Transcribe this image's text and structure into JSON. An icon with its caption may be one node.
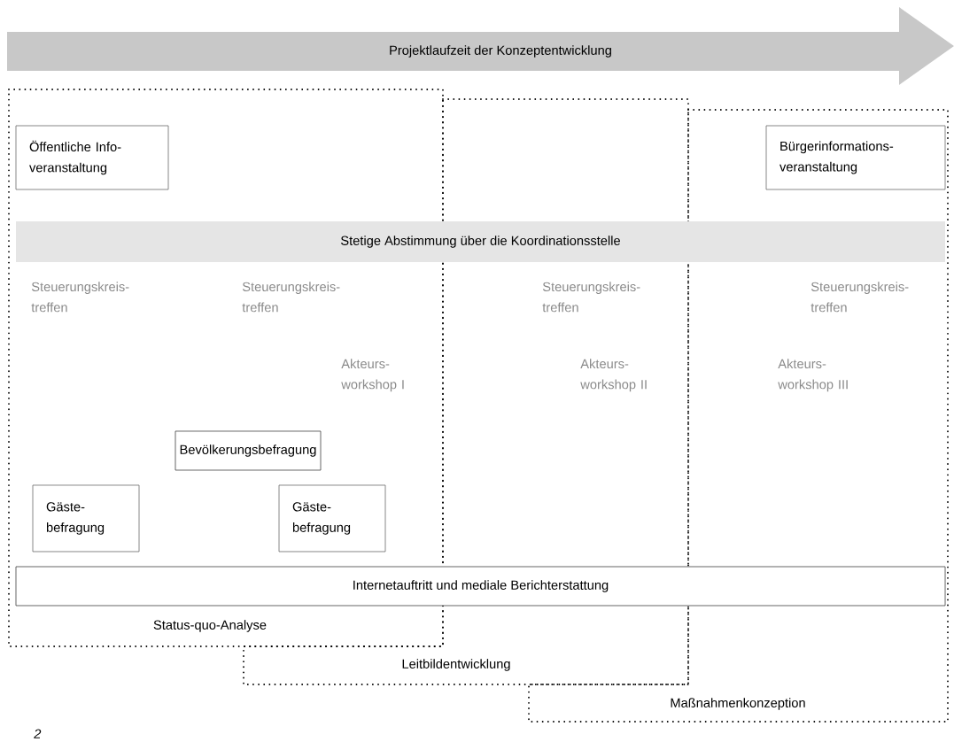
{
  "diagram": {
    "nodes": [
      {
        "text": [
          "Projektlaufzeit der Konzeptentwicklung"
        ]
      },
      {
        "text": [
          "Status-quo-Analyse"
        ]
      },
      {
        "text": [
          "Leitbildentwicklung"
        ]
      },
      {
        "text": [
          "Maßnahmenkonzeption"
        ]
      },
      {
        "text": [
          "Öffentliche Info-veranstaltung"
        ],
        "in": 1
      },
      {
        "text": [
          "Bürgerinformations-veranstaltung"
        ],
        "in": 3
      },
      {
        "text": [
          "Stetige Abstimmung über die Koordinationsstelle"
        ]
      },
      {
        "text": [
          "Bevölkerungsbefragung"
        ],
        "in": 1
      },
      {
        "text": [
          "Gäste-befragung"
        ],
        "in": 1
      },
      {
        "text": [
          "Gäste-befragung"
        ],
        "in": 1
      },
      {
        "text": [
          "Internetauftritt und mediale Berichterstattung"
        ]
      }
    ],
    "labels": [
      "Steuerungskreis-treffen",
      "Steuerungskreis-treffen",
      "Steuerungskreis-treffen",
      "Steuerungskreis-treffen",
      "Akteurs-workshop I",
      "Akteurs-workshop II",
      "Akteurs-workshop III",
      "2"
    ]
  }
}
